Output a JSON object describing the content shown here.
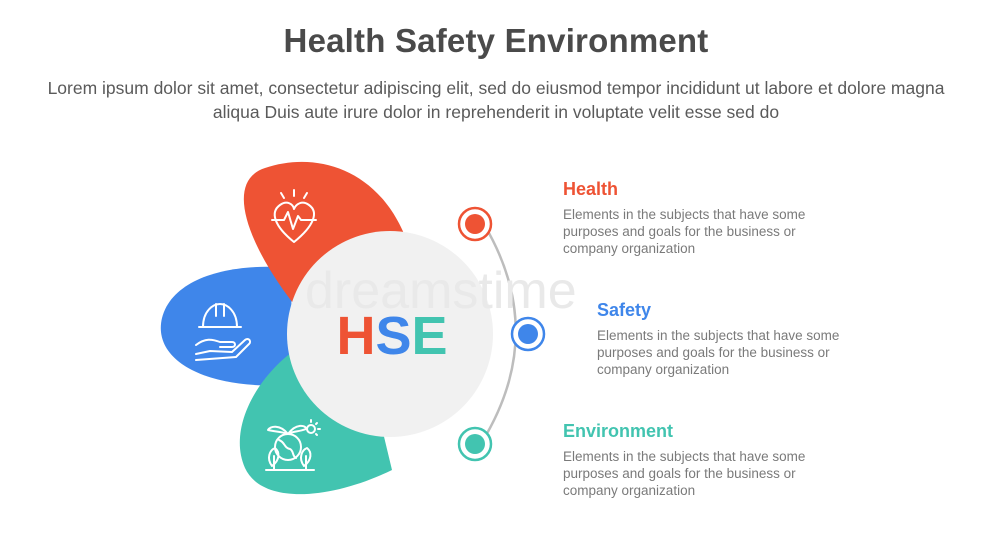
{
  "header": {
    "title": "Health Safety Environment",
    "subtitle": "Lorem ipsum dolor sit amet, consectetur adipiscing elit, sed do eiusmod tempor incididunt ut labore et dolore magna aliqua Duis aute irure dolor in reprehenderit in voluptate velit esse sed do"
  },
  "center": {
    "letters": [
      {
        "char": "H",
        "color": "#ee5334"
      },
      {
        "char": "S",
        "color": "#3f86ea"
      },
      {
        "char": "E",
        "color": "#42c4b0"
      }
    ]
  },
  "watermark": "dreamstime",
  "items": [
    {
      "title": "Health",
      "description": "Elements in the subjects that have some purposes and goals for the business or company organization",
      "color": "#ee5334",
      "icon": "heart-pulse-icon"
    },
    {
      "title": "Safety",
      "description": "Elements in the subjects that have some purposes and goals for the business or company organization",
      "color": "#3f86ea",
      "icon": "hard-hat-hand-icon"
    },
    {
      "title": "Environment",
      "description": "Elements in the subjects that have some purposes and goals for the business or company organization",
      "color": "#42c4b0",
      "icon": "eco-earth-icon"
    }
  ],
  "colors": {
    "center_circle": "#f1f1f1",
    "connector": "#bdbdbd",
    "text_dark": "#4a4a4a",
    "text_muted": "#7a7a7a"
  }
}
